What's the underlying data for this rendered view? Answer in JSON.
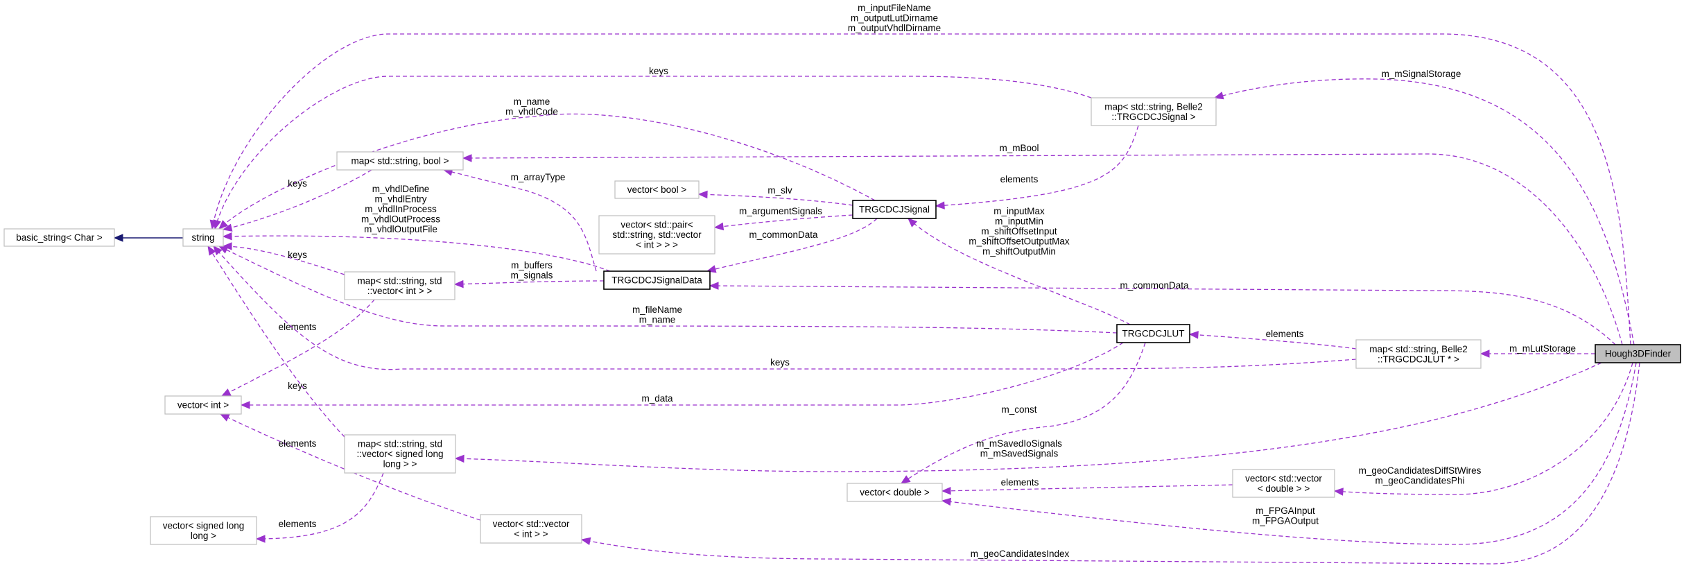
{
  "colors": {
    "usage_edge": "#9a32cd",
    "inheritance_edge": "#191970",
    "external_border": "#bfbfbf",
    "class_border": "#000000",
    "focus_fill": "#bfbfbf"
  },
  "nodes": [
    {
      "id": "basic_string",
      "lines": [
        "basic_string< Char >"
      ],
      "style": "external"
    },
    {
      "id": "string",
      "lines": [
        "string"
      ],
      "style": "external"
    },
    {
      "id": "map_bool",
      "lines": [
        "map< std::string, bool >"
      ],
      "style": "external"
    },
    {
      "id": "vector_bool",
      "lines": [
        "vector< bool >"
      ],
      "style": "external"
    },
    {
      "id": "vector_pair",
      "lines": [
        "vector< std::pair<",
        "std::string, std::vector",
        "< int > > >"
      ],
      "style": "external"
    },
    {
      "id": "signal_data",
      "lines": [
        "TRGCDCJSignalData"
      ],
      "style": "class"
    },
    {
      "id": "map_vec_int",
      "lines": [
        "map< std::string, std",
        "::vector< int > >"
      ],
      "style": "external"
    },
    {
      "id": "signal",
      "lines": [
        "TRGCDCJSignal"
      ],
      "style": "class"
    },
    {
      "id": "map_signal",
      "lines": [
        "map< std::string, Belle2",
        "::TRGCDCJSignal >"
      ],
      "style": "external"
    },
    {
      "id": "lut",
      "lines": [
        "TRGCDCJLUT"
      ],
      "style": "class"
    },
    {
      "id": "map_lut",
      "lines": [
        "map< std::string, Belle2",
        "::TRGCDCJLUT * >"
      ],
      "style": "external"
    },
    {
      "id": "hough",
      "lines": [
        "Hough3DFinder"
      ],
      "style": "focus"
    },
    {
      "id": "vector_double",
      "lines": [
        "vector< double >"
      ],
      "style": "external"
    },
    {
      "id": "vector_vec_double",
      "lines": [
        "vector< std::vector",
        "< double > >"
      ],
      "style": "external"
    },
    {
      "id": "vector_int",
      "lines": [
        "vector< int >"
      ],
      "style": "external"
    },
    {
      "id": "map_vec_sll",
      "lines": [
        "map< std::string, std",
        "::vector< signed long",
        "long > >"
      ],
      "style": "external"
    },
    {
      "id": "vector_sll",
      "lines": [
        "vector< signed long",
        "long >"
      ],
      "style": "external"
    },
    {
      "id": "vector_vec_int",
      "lines": [
        "vector< std::vector",
        "< int > >"
      ],
      "style": "external"
    }
  ],
  "edges": [
    {
      "from": "hough",
      "to": "string",
      "kind": "usage",
      "labels": [
        "m_inputFileName",
        "m_outputLutDirname",
        "m_outputVhdlDirname"
      ]
    },
    {
      "from": "map_signal",
      "to": "string",
      "kind": "usage",
      "labels": [
        "keys"
      ]
    },
    {
      "from": "signal",
      "to": "string",
      "kind": "usage",
      "labels": [
        "m_name",
        "m_vhdlCode"
      ]
    },
    {
      "from": "hough",
      "to": "map_bool",
      "kind": "usage",
      "labels": [
        "m_mBool"
      ]
    },
    {
      "from": "hough",
      "to": "map_signal",
      "kind": "usage",
      "labels": [
        "m_mSignalStorage"
      ]
    },
    {
      "from": "map_signal",
      "to": "signal",
      "kind": "usage",
      "labels": [
        "elements"
      ]
    },
    {
      "from": "map_bool",
      "to": "string",
      "kind": "usage",
      "labels": [
        "keys"
      ]
    },
    {
      "from": "signal_data",
      "to": "map_bool",
      "kind": "usage",
      "labels": [
        "m_arrayType"
      ]
    },
    {
      "from": "signal",
      "to": "vector_bool",
      "kind": "usage",
      "labels": [
        "m_slv"
      ]
    },
    {
      "from": "signal",
      "to": "vector_pair",
      "kind": "usage",
      "labels": [
        "m_argumentSignals"
      ]
    },
    {
      "from": "signal",
      "to": "signal_data",
      "kind": "usage",
      "labels": [
        "m_commonData"
      ]
    },
    {
      "from": "signal_data",
      "to": "string",
      "kind": "usage",
      "labels": [
        "m_vhdlDefine",
        "m_vhdlEntry",
        "m_vhdlInProcess",
        "m_vhdlOutProcess",
        "m_vhdlOutputFile"
      ]
    },
    {
      "from": "map_vec_int",
      "to": "string",
      "kind": "usage",
      "labels": [
        "keys"
      ]
    },
    {
      "from": "signal_data",
      "to": "map_vec_int",
      "kind": "usage",
      "labels": [
        "m_buffers",
        "m_signals"
      ]
    },
    {
      "from": "hough",
      "to": "signal_data",
      "kind": "usage",
      "labels": [
        "m_commonData"
      ]
    },
    {
      "from": "lut",
      "to": "signal",
      "kind": "usage",
      "labels": [
        "m_inputMax",
        "m_inputMin",
        "m_shiftOffsetInput",
        "m_shiftOffsetOutputMax",
        "m_shiftOutputMin"
      ]
    },
    {
      "from": "lut",
      "to": "string",
      "kind": "usage",
      "labels": [
        "m_fileName",
        "m_name"
      ]
    },
    {
      "from": "map_vec_int",
      "to": "vector_int",
      "kind": "usage",
      "labels": [
        "elements"
      ]
    },
    {
      "from": "map_lut",
      "to": "string",
      "kind": "usage",
      "labels": [
        "keys"
      ]
    },
    {
      "from": "map_lut",
      "to": "lut",
      "kind": "usage",
      "labels": [
        "elements"
      ]
    },
    {
      "from": "hough",
      "to": "map_lut",
      "kind": "usage",
      "labels": [
        "m_mLutStorage"
      ]
    },
    {
      "from": "map_vec_sll",
      "to": "string",
      "kind": "usage",
      "labels": [
        "keys"
      ]
    },
    {
      "from": "lut",
      "to": "vector_int",
      "kind": "usage",
      "labels": [
        "m_data"
      ]
    },
    {
      "from": "lut",
      "to": "vector_double",
      "kind": "usage",
      "labels": [
        "m_const"
      ]
    },
    {
      "from": "vector_vec_int",
      "to": "vector_int",
      "kind": "usage",
      "labels": [
        "elements"
      ]
    },
    {
      "from": "hough",
      "to": "map_vec_sll",
      "kind": "usage",
      "labels": [
        "m_mSavedIoSignals",
        "m_mSavedSignals"
      ]
    },
    {
      "from": "map_vec_sll",
      "to": "vector_sll",
      "kind": "usage",
      "labels": [
        "elements"
      ]
    },
    {
      "from": "vector_vec_double",
      "to": "vector_double",
      "kind": "usage",
      "labels": [
        "elements"
      ]
    },
    {
      "from": "hough",
      "to": "vector_vec_double",
      "kind": "usage",
      "labels": [
        "m_geoCandidatesDiffStWires",
        "m_geoCandidatesPhi"
      ]
    },
    {
      "from": "hough",
      "to": "vector_double",
      "kind": "usage",
      "labels": [
        "m_FPGAInput",
        "m_FPGAOutput"
      ]
    },
    {
      "from": "hough",
      "to": "vector_vec_int",
      "kind": "usage",
      "labels": [
        "m_geoCandidatesIndex"
      ]
    },
    {
      "from": "string",
      "to": "basic_string",
      "kind": "inheritance",
      "labels": []
    }
  ]
}
